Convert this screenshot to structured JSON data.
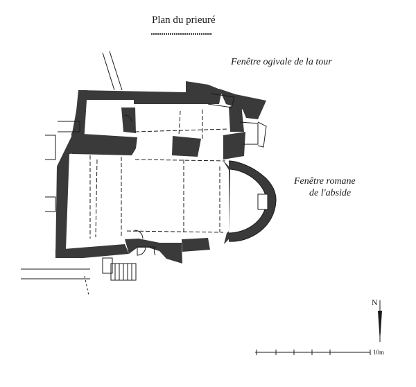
{
  "title": "Plan du prieuré",
  "labels": {
    "tower_window": "Fenêtre ogivale de la tour",
    "apse_window_line1": "Fenêtre romane",
    "apse_window_line2": "de l'abside"
  },
  "north_arrow": {
    "letter": "N"
  },
  "scale_bar": {
    "unit_label": "10m"
  },
  "colors": {
    "wall": "#3a3a3a",
    "line": "#1a1a1a",
    "paper": "#ffffff"
  }
}
